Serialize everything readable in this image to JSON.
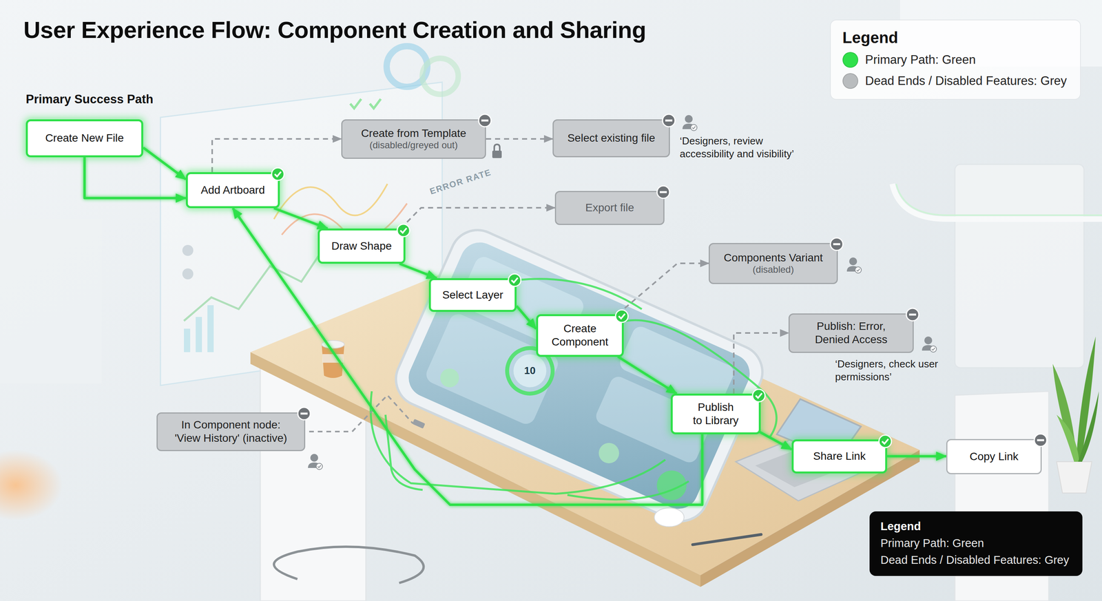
{
  "diagram": {
    "title": "User Experience Flow: Component Creation and Sharing",
    "nodes": [
      {
        "text": [
          "Create New File"
        ]
      },
      {
        "text": [
          "Add Artboard"
        ]
      },
      {
        "text": [
          "Create from Template",
          "(disabled/greyed out)"
        ]
      },
      {
        "text": [
          "Select existing file"
        ]
      },
      {
        "text": [
          "Draw Shape"
        ]
      },
      {
        "text": [
          "Export file"
        ]
      },
      {
        "text": [
          "Select Layer"
        ]
      },
      {
        "text": [
          "Components Variant",
          "(disabled)"
        ]
      },
      {
        "text": [
          "Create Component"
        ]
      },
      {
        "text": [
          "Publish: Error, Denied Access"
        ]
      },
      {
        "text": [
          "Publish to Library"
        ]
      },
      {
        "text": [
          "In Component node: 'View History' (inactive)"
        ]
      },
      {
        "text": [
          "Share Link"
        ]
      },
      {
        "text": [
          "Copy Link"
        ]
      }
    ],
    "edges": [
      {
        "from": 0,
        "to": 1,
        "arrow": "to"
      },
      {
        "from": 0,
        "to": 1,
        "arrow": "to"
      },
      {
        "from": 1,
        "to": 2,
        "arrow": "to"
      },
      {
        "from": 2,
        "to": 3,
        "arrow": "to"
      },
      {
        "from": 1,
        "to": 4,
        "arrow": "to"
      },
      {
        "from": 4,
        "to": 5,
        "arrow": "to"
      },
      {
        "from": 4,
        "to": 6,
        "arrow": "to"
      },
      {
        "from": 6,
        "to": 8,
        "arrow": "to"
      },
      {
        "from": 8,
        "to": 7,
        "arrow": "to"
      },
      {
        "from": 8,
        "to": 10,
        "arrow": "to"
      },
      {
        "from": 10,
        "to": 9,
        "arrow": "to"
      },
      {
        "from": 10,
        "to": 12,
        "arrow": "to"
      },
      {
        "from": 12,
        "to": 13,
        "arrow": "to"
      },
      {
        "from": 10,
        "to": 1,
        "arrow": "to"
      }
    ],
    "labels": [
      "Primary Success Path",
      "‘Designers, review accessibility and visibility’",
      "‘Designers, check user permissions’",
      "Legend",
      "Legend",
      "ERROR RATE",
      "10"
    ],
    "legend": [
      {
        "text": "Primary Path: Green",
        "color": "#2fe04a"
      },
      {
        "text": "Dead Ends / Disabled Features: Grey",
        "color": "#b9bcbe"
      },
      {
        "text": "Primary Path: Green"
      },
      {
        "text": "Dead Ends / Disabled Features: Grey"
      }
    ]
  }
}
